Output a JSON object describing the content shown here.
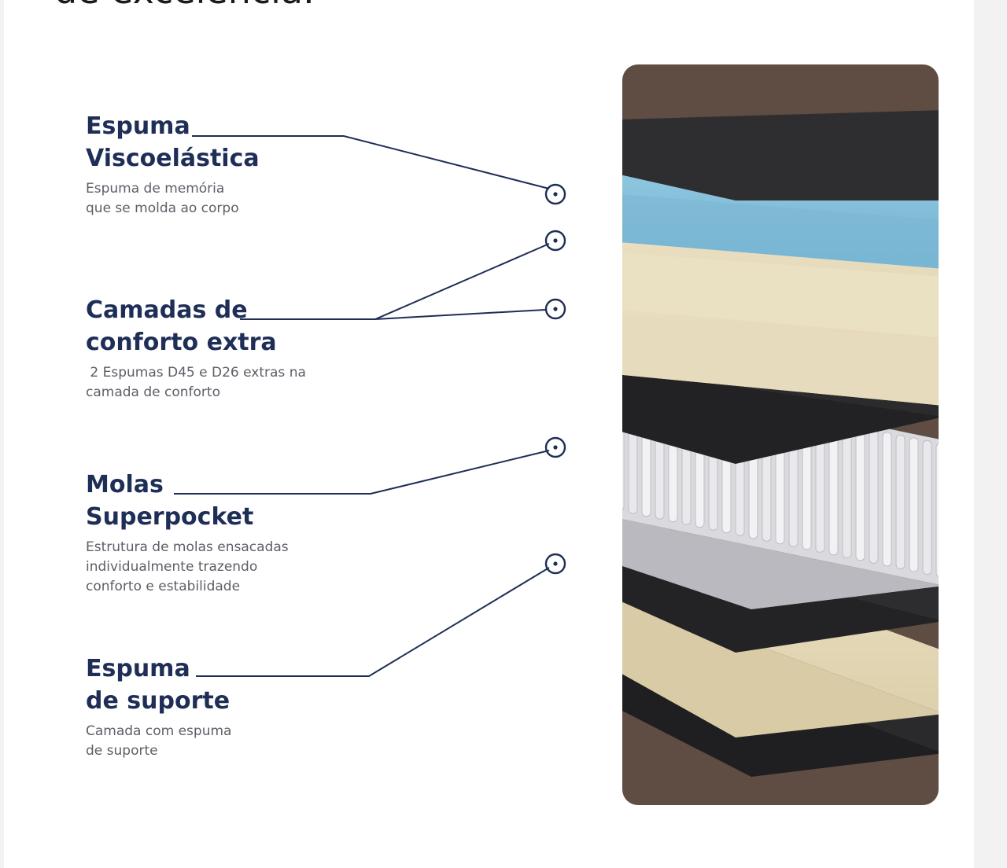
{
  "page": {
    "heading_fragment": "de excelência."
  },
  "diagram": {
    "colors": {
      "brown_panel": "#5f4c42",
      "fabric": "#2f2f31",
      "memory_foam": "#8cc4dc",
      "comfort_foam": "#ece2c4",
      "springs": "#e6e6ea",
      "callout": "#1e2e56",
      "desc_text": "#5b5f66"
    },
    "layers": [
      {
        "title_line1": "Espuma",
        "title_line2": "Viscoelástica",
        "desc_lines": [
          "Espuma de memória",
          "que se molda ao corpo"
        ]
      },
      {
        "title_line1": "Camadas de",
        "title_line2": "conforto extra",
        "desc_lines": [
          " 2 Espumas D45 e D26 extras na",
          "camada de conforto"
        ]
      },
      {
        "title_line1": "Molas",
        "title_line2": "Superpocket",
        "desc_lines": [
          "Estrutura de molas ensacadas",
          "individualmente trazendo",
          "conforto e estabilidade"
        ]
      },
      {
        "title_line1": "Espuma",
        "title_line2": "de suporte",
        "desc_lines": [
          "Camada com espuma",
          "de suporte"
        ]
      }
    ]
  }
}
